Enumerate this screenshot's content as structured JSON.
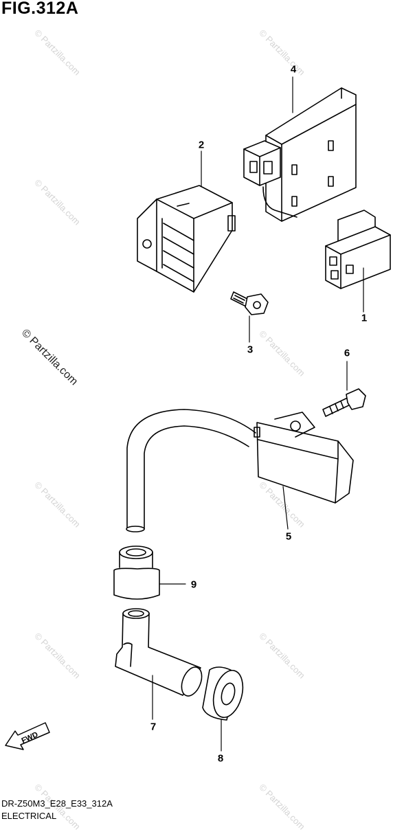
{
  "figure": {
    "title": "FIG.312A"
  },
  "callouts": [
    "1",
    "2",
    "3",
    "4",
    "5",
    "6",
    "7",
    "8",
    "9"
  ],
  "watermark": {
    "text": "© Partzilla.com"
  },
  "fwd_label": "FWD",
  "footer": {
    "code": "DR-Z50M3_E28_E33_312A",
    "section": "ELECTRICAL"
  }
}
